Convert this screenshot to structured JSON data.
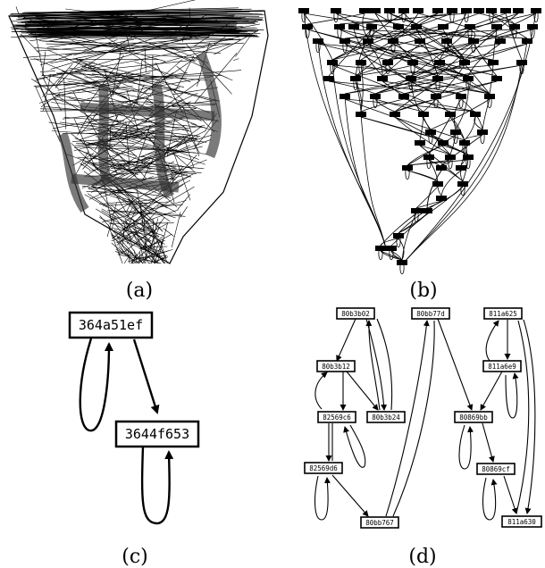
{
  "figure": {
    "subfigure_labels": [
      "(a)",
      "(b)",
      "(c)",
      "(d)"
    ]
  },
  "panel_c": {
    "nodes": [
      {
        "id": "c1",
        "label": "364a51ef"
      },
      {
        "id": "c2",
        "label": "3644f653"
      }
    ],
    "edges": [
      {
        "from": "c1",
        "to": "c2",
        "kind": "straight"
      },
      {
        "from": "c1",
        "to": "c1",
        "kind": "loop"
      },
      {
        "from": "c2",
        "to": "c2",
        "kind": "loop"
      }
    ]
  },
  "panel_d": {
    "nodes": [
      {
        "id": "n1",
        "label": "80b3b02"
      },
      {
        "id": "n2",
        "label": "80b3b12"
      },
      {
        "id": "n3",
        "label": "82569c6"
      },
      {
        "id": "n4",
        "label": "80b3b24"
      },
      {
        "id": "n5",
        "label": "82569d6"
      },
      {
        "id": "n6",
        "label": "80bb767"
      },
      {
        "id": "n7",
        "label": "80bb77d"
      },
      {
        "id": "n8",
        "label": "811a625"
      },
      {
        "id": "n9",
        "label": "811a6e9"
      },
      {
        "id": "n10",
        "label": "80869bb"
      },
      {
        "id": "n11",
        "label": "80869cf"
      },
      {
        "id": "n12",
        "label": "811a630"
      }
    ],
    "edges": [
      {
        "from": "n1",
        "to": "n2"
      },
      {
        "from": "n1",
        "to": "n4"
      },
      {
        "from": "n4",
        "to": "n1"
      },
      {
        "from": "n2",
        "to": "n3"
      },
      {
        "from": "n2",
        "to": "n4"
      },
      {
        "from": "n3",
        "to": "n2"
      },
      {
        "from": "n3",
        "to": "n5"
      },
      {
        "from": "n5",
        "to": "n3"
      },
      {
        "from": "n5",
        "to": "n6"
      },
      {
        "from": "n6",
        "to": "n5"
      },
      {
        "from": "n6",
        "to": "n7"
      },
      {
        "from": "n7",
        "to": "n10"
      },
      {
        "from": "n8",
        "to": "n9"
      },
      {
        "from": "n8",
        "to": "n12"
      },
      {
        "from": "n12",
        "to": "n8"
      },
      {
        "from": "n9",
        "to": "n10"
      },
      {
        "from": "n10",
        "to": "n9"
      },
      {
        "from": "n10",
        "to": "n11"
      },
      {
        "from": "n11",
        "to": "n10"
      },
      {
        "from": "n11",
        "to": "n12"
      },
      {
        "from": "n12",
        "to": "n11"
      }
    ]
  }
}
